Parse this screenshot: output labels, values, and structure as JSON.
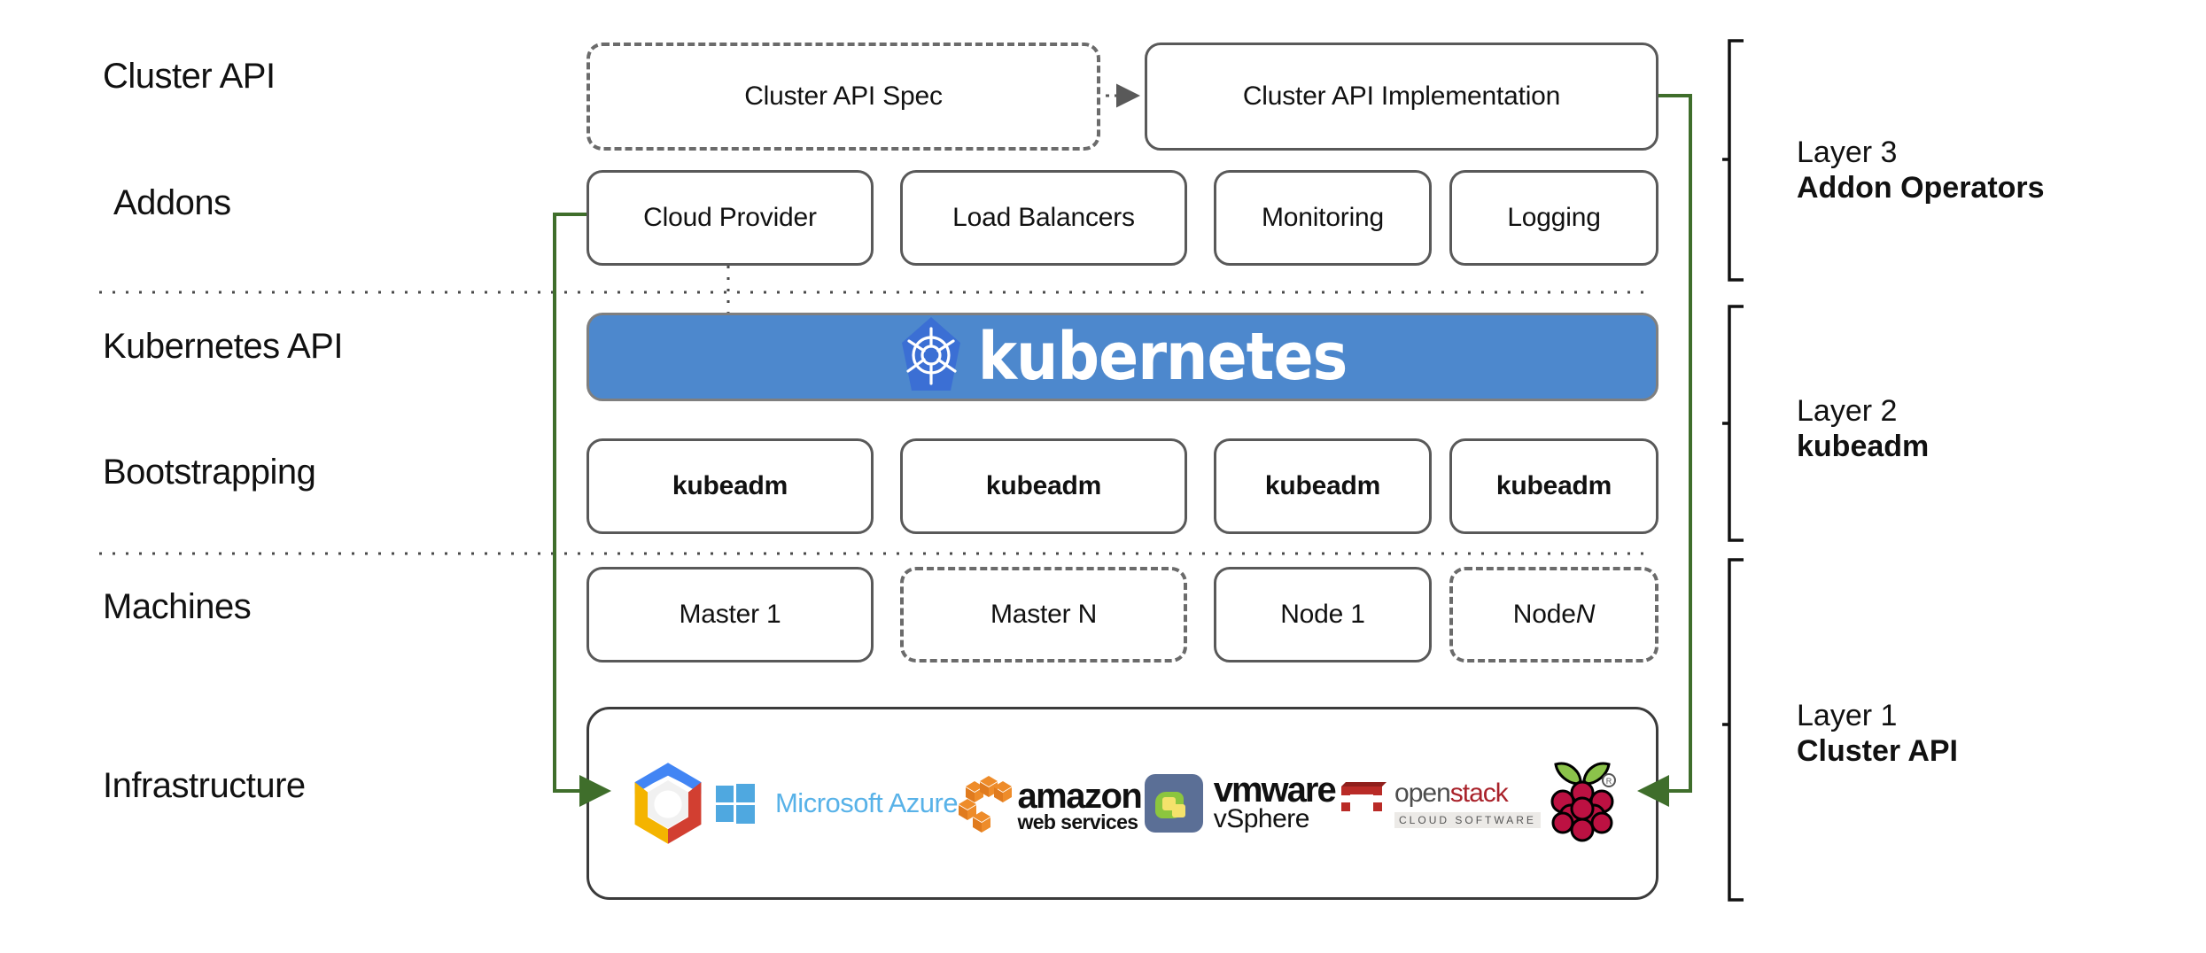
{
  "diagram": {
    "title": "Kubernetes Cluster API layered architecture",
    "accent_green": "#3f6e2b",
    "k8s_blue": "#4d88cd",
    "box_stroke": "#595959"
  },
  "row_labels": [
    {
      "id": "cluster-api",
      "text": "Cluster API"
    },
    {
      "id": "addons",
      "text": "Addons"
    },
    {
      "id": "kubernetes-api",
      "text": "Kubernetes API"
    },
    {
      "id": "bootstrapping",
      "text": "Bootstrapping"
    },
    {
      "id": "machines",
      "text": "Machines"
    },
    {
      "id": "infrastructure",
      "text": "Infrastructure"
    }
  ],
  "cluster_api_row": {
    "spec": {
      "label": "Cluster API Spec",
      "style": "dashed"
    },
    "implementation": {
      "label": "Cluster API Implementation",
      "style": "solid"
    },
    "arrow": "dotted-arrow-right"
  },
  "addons_row": {
    "boxes": [
      {
        "label": "Cloud Provider"
      },
      {
        "label": "Load Balancers"
      },
      {
        "label": "Monitoring"
      },
      {
        "label": "Logging"
      }
    ]
  },
  "kubernetes_banner": {
    "wordmark": "kubernetes",
    "logo": "kubernetes-helm-icon",
    "background": "#4d88cd"
  },
  "bootstrapping_row": {
    "boxes": [
      {
        "label": "kubeadm"
      },
      {
        "label": "kubeadm"
      },
      {
        "label": "kubeadm"
      },
      {
        "label": "kubeadm"
      }
    ]
  },
  "machines_row": {
    "boxes": [
      {
        "label": "Master 1",
        "style": "solid"
      },
      {
        "label": "Master N",
        "style": "dashed"
      },
      {
        "label": "Node 1",
        "style": "solid"
      },
      {
        "label": "Node ",
        "italic_suffix": "N",
        "style": "dashed"
      }
    ]
  },
  "infrastructure_row": {
    "providers": [
      {
        "name": "google-cloud-platform-logo",
        "label": ""
      },
      {
        "name": "microsoft-azure-logo",
        "label": "Microsoft Azure"
      },
      {
        "name": "amazon-web-services-logo",
        "label": "amazon",
        "sublabel": "web services"
      },
      {
        "name": "vmware-vsphere-logo",
        "label": "vmware",
        "sublabel": "vSphere"
      },
      {
        "name": "openstack-logo",
        "label_a": "open",
        "label_b": "stack",
        "sublabel": "CLOUD SOFTWARE"
      },
      {
        "name": "raspberry-pi-logo",
        "label": ""
      }
    ]
  },
  "layers": [
    {
      "id": "layer-3",
      "line1": "Layer 3",
      "line2": "Addon Operators"
    },
    {
      "id": "layer-2",
      "line1": "Layer 2",
      "line2": "kubeadm"
    },
    {
      "id": "layer-1",
      "line1": "Layer 1",
      "line2": "Cluster API"
    }
  ]
}
